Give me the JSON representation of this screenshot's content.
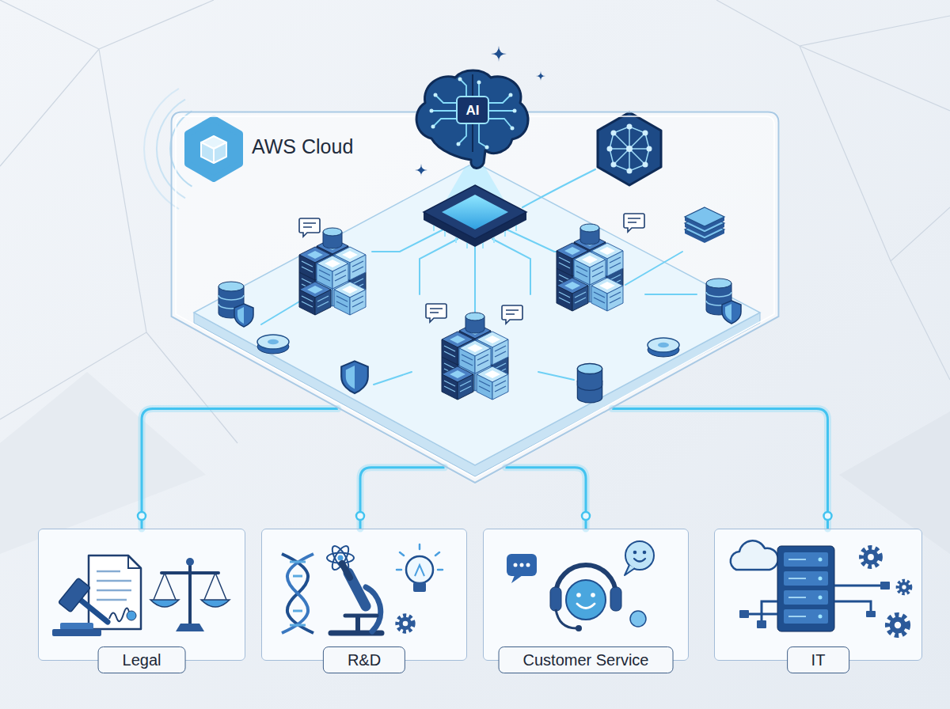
{
  "diagram": {
    "nodes": [
      {
        "text": [
          "AWS Cloud"
        ]
      },
      {
        "text": [
          "AI"
        ]
      },
      {
        "text": [
          "Legal"
        ]
      },
      {
        "text": [
          "R&D"
        ]
      },
      {
        "text": [
          "Customer Service"
        ]
      },
      {
        "text": [
          "IT"
        ]
      }
    ],
    "edges": [
      {
        "from": 0,
        "to": 2,
        "arrow": "none"
      },
      {
        "from": 0,
        "to": 3,
        "arrow": "none"
      },
      {
        "from": 0,
        "to": 4,
        "arrow": "none"
      },
      {
        "from": 0,
        "to": 5,
        "arrow": "none"
      }
    ]
  }
}
